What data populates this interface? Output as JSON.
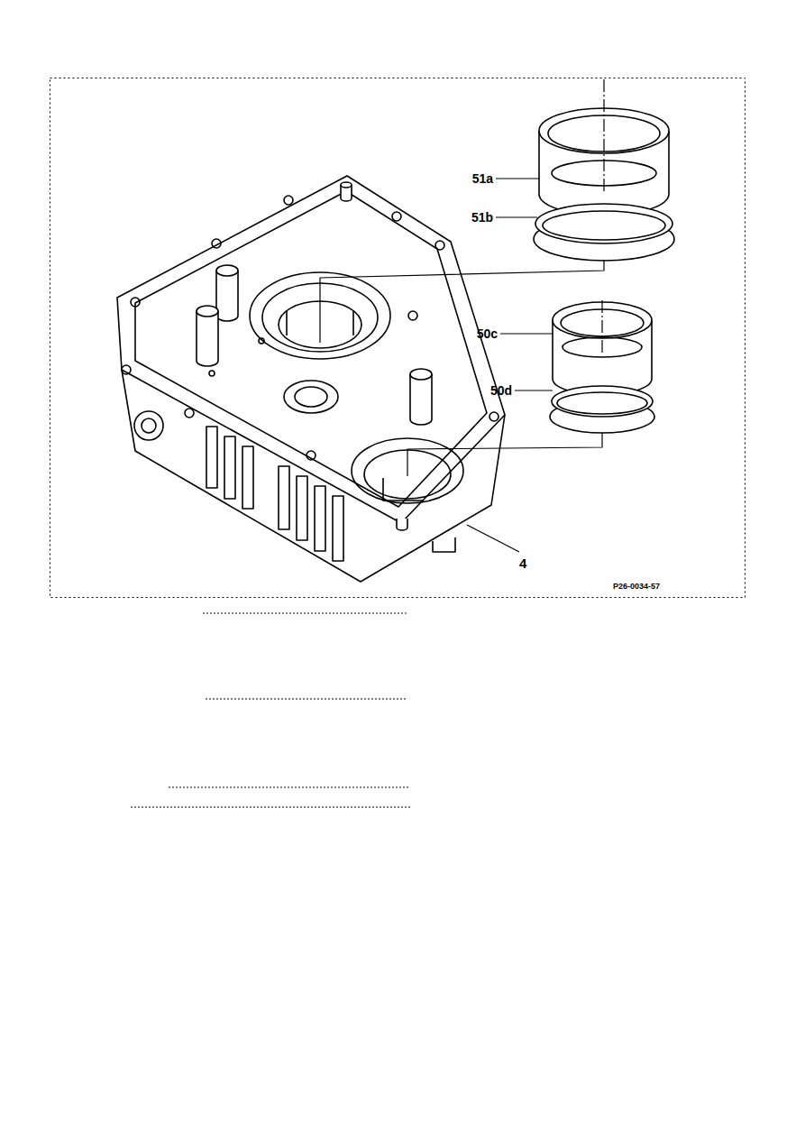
{
  "diagram": {
    "labels": [
      "51a",
      "51b",
      "50c",
      "50d",
      "4",
      "P26-0034-57"
    ]
  }
}
